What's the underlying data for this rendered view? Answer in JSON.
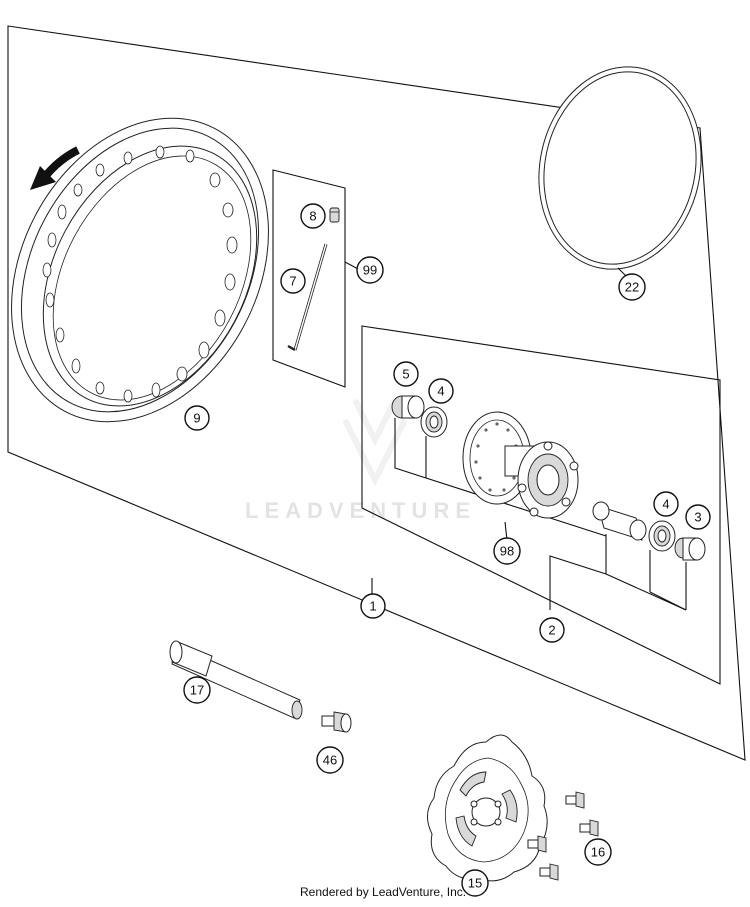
{
  "diagram": {
    "watermark": "LEADVENTURE",
    "footer": "Rendered by LeadVenture, Inc.",
    "callouts": {
      "c9": "9",
      "c8": "8",
      "c7": "7",
      "c99": "99",
      "c22": "22",
      "c5": "5",
      "c4a": "4",
      "c98": "98",
      "c4b": "4",
      "c3": "3",
      "c1": "1",
      "c2": "2",
      "c17": "17",
      "c46": "46",
      "c16": "16",
      "c15": "15"
    }
  }
}
